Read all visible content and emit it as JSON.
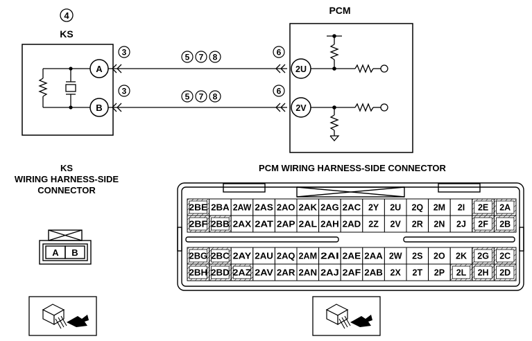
{
  "ks": {
    "callout_number": "4",
    "title": "KS",
    "pin_a": "A",
    "pin_b": "B",
    "pin_a_callout": "3",
    "pin_b_callout": "3"
  },
  "pcm": {
    "title": "PCM",
    "pin_upper": "2U",
    "pin_lower": "2V",
    "pin_upper_callout": "6",
    "pin_lower_callout": "6"
  },
  "wires": {
    "upper_callouts": [
      "5",
      "7",
      "8"
    ],
    "lower_callouts": [
      "5",
      "7",
      "8"
    ]
  },
  "ks_connector": {
    "title_lines": [
      "KS",
      "WIRING HARNESS-SIDE",
      "CONNECTOR"
    ],
    "pins": [
      "A",
      "B"
    ]
  },
  "pcm_connector": {
    "title": "PCM WIRING HARNESS-SIDE CONNECTOR",
    "rows": [
      [
        "2BE",
        "2BA",
        "2AW",
        "2AS",
        "2AO",
        "2AK",
        "2AG",
        "2AC",
        "2Y",
        "2U",
        "2Q",
        "2M",
        "2I",
        "2E",
        "2A"
      ],
      [
        "2BF",
        "2BB",
        "2AX",
        "2AT",
        "2AP",
        "2AL",
        "2AH",
        "2AD",
        "2Z",
        "2V",
        "2R",
        "2N",
        "2J",
        "2F",
        "2B"
      ],
      [
        "2BG",
        "2BC",
        "2AY",
        "2AU",
        "2AQ",
        "2AM",
        "2AI",
        "2AE",
        "2AA",
        "2W",
        "2S",
        "2O",
        "2K",
        "2G",
        "2C"
      ],
      [
        "2BH",
        "2BD",
        "2AZ",
        "2AV",
        "2AR",
        "2AN",
        "2AJ",
        "2AF",
        "2AB",
        "2X",
        "2T",
        "2P",
        "2L",
        "2H",
        "2D"
      ]
    ]
  }
}
